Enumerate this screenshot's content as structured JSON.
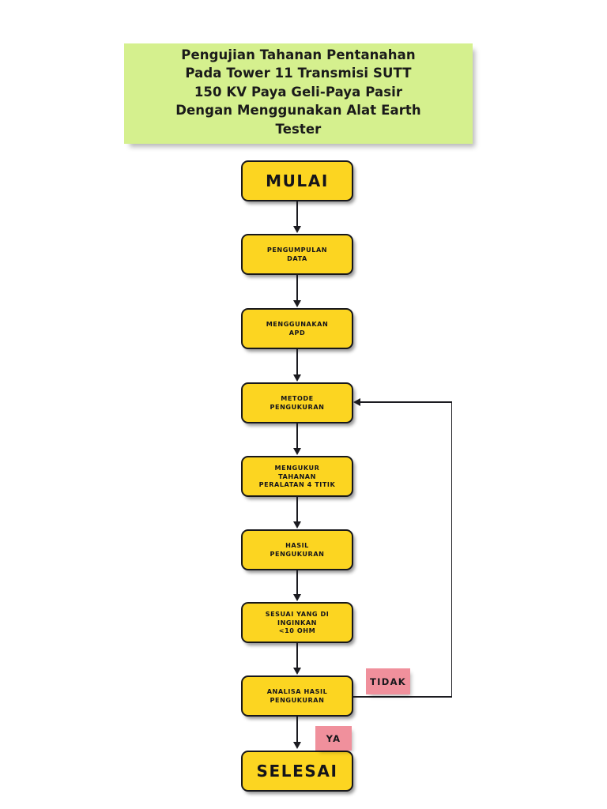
{
  "document": {
    "title_banner": {
      "text": "Pengujian Tahanan Pentanahan\nPada Tower 11 Transmisi SUTT\n150 KV Paya Geli-Paya Pasir\nDengan Menggunakan Alat Earth\nTester",
      "background_color": "#d5f08e"
    },
    "palette": {
      "node_fill": "#fcd521",
      "node_stroke": "#17171b",
      "branch_label_fill": "#f0909c",
      "banner_fill": "#d5f08e",
      "page_background": "#ffffff"
    }
  },
  "flowchart": {
    "type": "flowchart",
    "orientation": "top-to-bottom",
    "nodes": [
      {
        "id": "mulai",
        "label": "MULAI",
        "shape": "terminal"
      },
      {
        "id": "pengumpulan_data",
        "label": "PENGUMPULAN\nDATA",
        "shape": "process"
      },
      {
        "id": "apd",
        "label": "MENGGUNAKAN\nAPD",
        "shape": "process"
      },
      {
        "id": "metode",
        "label": "METODE\nPENGUKURAN",
        "shape": "process"
      },
      {
        "id": "mengukur",
        "label": "MENGUKUR\nTAHANAN\nPERALATAN 4 TITIK",
        "shape": "process"
      },
      {
        "id": "hasil",
        "label": "HASIL\nPENGUKURAN",
        "shape": "process"
      },
      {
        "id": "sesuai",
        "label": "SESUAI YANG DI\nINGINKAN\n<10 OHM",
        "shape": "process"
      },
      {
        "id": "analisa",
        "label": "ANALISA HASIL\nPENGUKURAN",
        "shape": "process"
      },
      {
        "id": "selesai",
        "label": "SELESAI",
        "shape": "terminal"
      }
    ],
    "edges": [
      {
        "from": "mulai",
        "to": "pengumpulan_data",
        "label": ""
      },
      {
        "from": "pengumpulan_data",
        "to": "apd",
        "label": ""
      },
      {
        "from": "apd",
        "to": "metode",
        "label": ""
      },
      {
        "from": "metode",
        "to": "mengukur",
        "label": ""
      },
      {
        "from": "mengukur",
        "to": "hasil",
        "label": ""
      },
      {
        "from": "hasil",
        "to": "sesuai",
        "label": ""
      },
      {
        "from": "sesuai",
        "to": "analisa",
        "label": ""
      },
      {
        "from": "analisa",
        "to": "selesai",
        "label": "YA"
      },
      {
        "from": "analisa",
        "to": "metode",
        "label": "TIDAK"
      }
    ],
    "branch_labels": {
      "no": "TIDAK",
      "yes": "YA"
    }
  }
}
